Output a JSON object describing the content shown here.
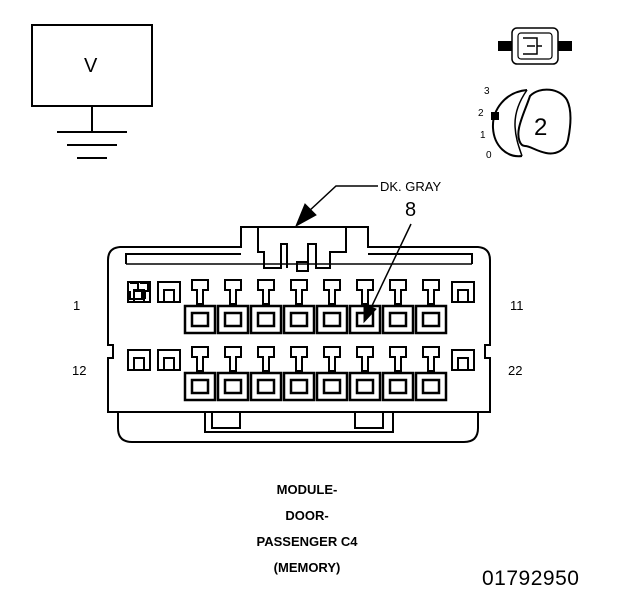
{
  "meter": {
    "label": "V"
  },
  "switch_scale": {
    "positions": [
      "3",
      "2",
      "1",
      "0"
    ],
    "selected": "2"
  },
  "wire": {
    "color_label": "DK. GRAY",
    "pin_callout": "8"
  },
  "connector": {
    "row1_first": "1",
    "row1_last": "11",
    "row2_first": "12",
    "row2_last": "22",
    "caption_lines": [
      "MODULE-",
      "DOOR-",
      "PASSENGER C4",
      "(MEMORY)"
    ]
  },
  "document_number": "01792950"
}
